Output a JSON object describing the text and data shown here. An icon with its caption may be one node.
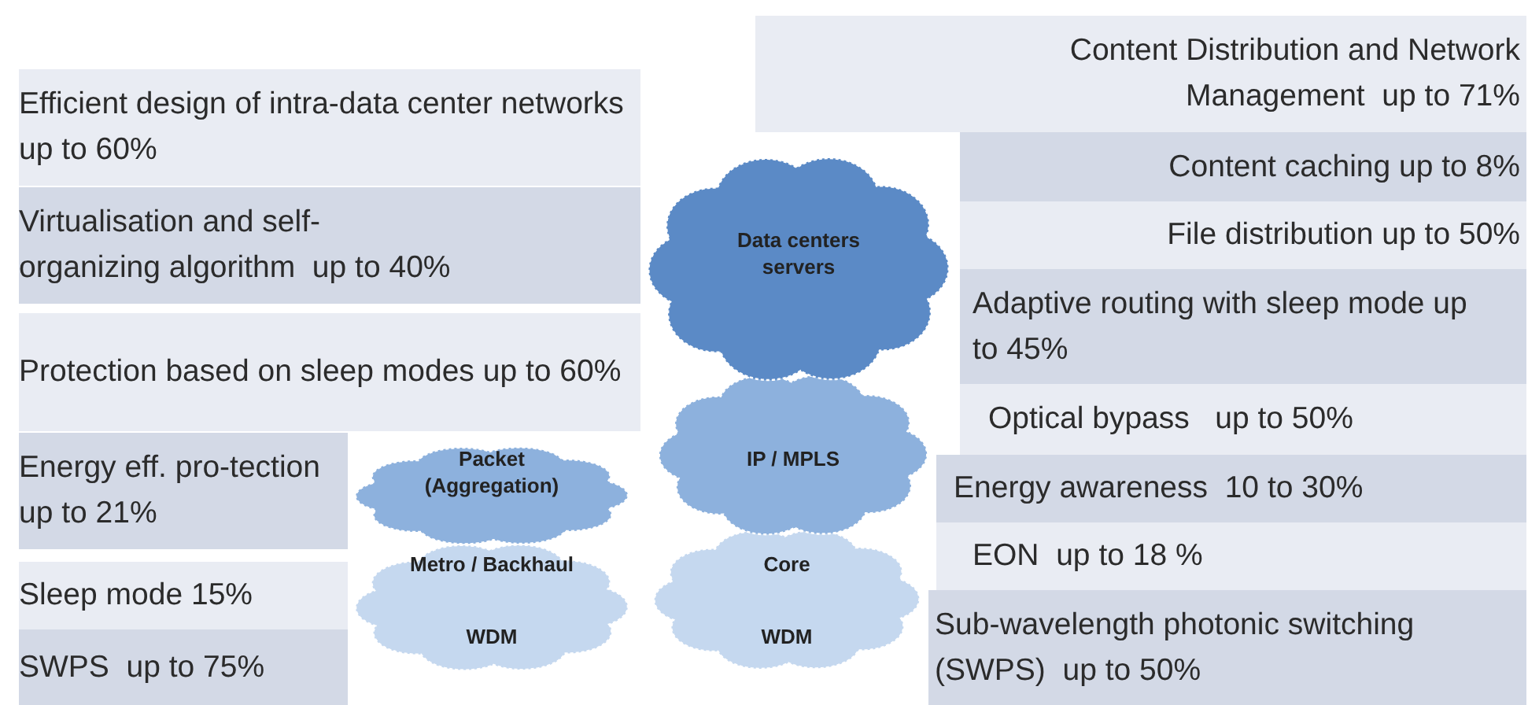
{
  "diagram": {
    "nodes": [
      {
        "text": [
          "Efficient design of intra-data center networks  up to 60%"
        ]
      },
      {
        "text": [
          "Virtualisation and self-organizing algorithm  up to 40%"
        ]
      },
      {
        "text": [
          "Protection based on sleep modes up to 60%"
        ]
      },
      {
        "text": [
          "Energy eff. pro-tection  up to 21%"
        ]
      },
      {
        "text": [
          "Sleep mode 15%"
        ]
      },
      {
        "text": [
          "SWPS  up to 75%"
        ]
      },
      {
        "text": [
          "Content Distribution and Network Management  up to 71%"
        ]
      },
      {
        "text": [
          "Content caching up to 8%"
        ]
      },
      {
        "text": [
          "File distribution up to 50%"
        ]
      },
      {
        "text": [
          "Adaptive routing with sleep mode up to 45%"
        ]
      },
      {
        "text": [
          "Optical bypass   up to 50%"
        ]
      },
      {
        "text": [
          "Energy awareness  10 to 30%"
        ]
      },
      {
        "text": [
          "EON  up to 18 %"
        ]
      },
      {
        "text": [
          "Sub-wavelength photonic switching (SWPS)  up to 50%"
        ]
      },
      {
        "text": [
          "Data centers servers"
        ]
      },
      {
        "text": [
          "Packet (Aggregation)"
        ]
      },
      {
        "text": [
          "IP / MPLS"
        ]
      },
      {
        "text": [
          "Metro / Backhaul",
          "WDM"
        ]
      },
      {
        "text": [
          "Core",
          "WDM"
        ]
      }
    ]
  }
}
